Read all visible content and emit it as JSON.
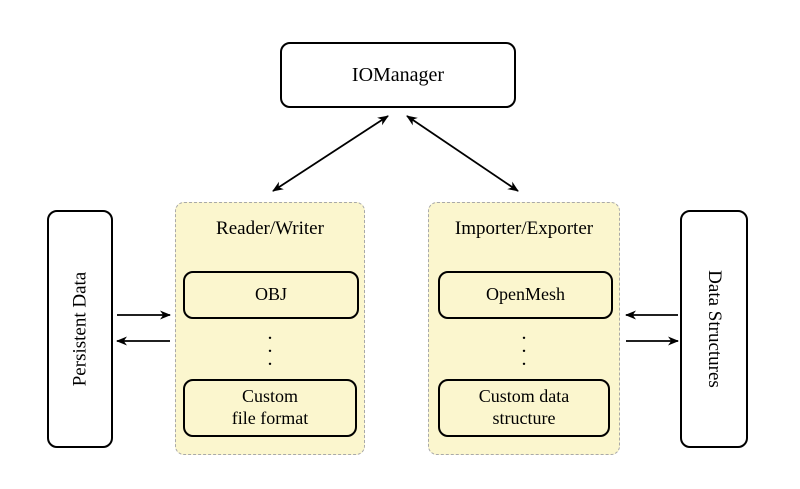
{
  "diagram": {
    "iomanager": {
      "label": "IOManager"
    },
    "reader_writer": {
      "title": "Reader/Writer",
      "items": [
        {
          "label": "OBJ"
        },
        {
          "label_line1": "Custom",
          "label_line2": "file format"
        }
      ],
      "vdots": ".\n.\n."
    },
    "importer_exporter": {
      "title": "Importer/Exporter",
      "items": [
        {
          "label": "OpenMesh"
        },
        {
          "label_line1": "Custom data",
          "label_line2": "structure"
        }
      ],
      "vdots": ".\n.\n."
    },
    "persistent_data": {
      "label": "Persistent Data"
    },
    "data_structures": {
      "label": "Data Structures"
    },
    "colors": {
      "panel_fill": "#FBF6CE",
      "panel_border": "#A9A9A9",
      "node_border": "#000000",
      "background": "#FFFFFF"
    }
  }
}
